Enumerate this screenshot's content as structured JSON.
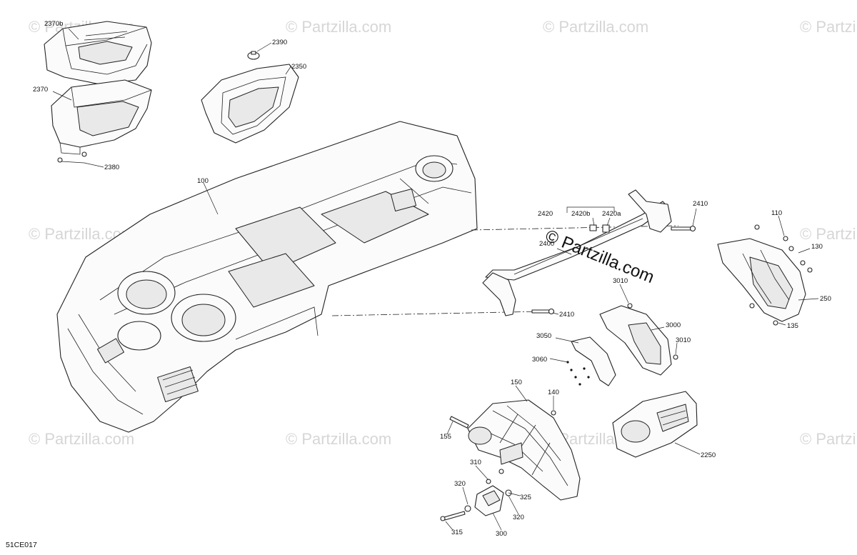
{
  "diagram_code": "51CE017",
  "watermark_text": "© Partzilla.com",
  "parts": [
    {
      "key": "p2370b",
      "label": "2370b"
    },
    {
      "key": "p2370",
      "label": "2370"
    },
    {
      "key": "p2380",
      "label": "2380"
    },
    {
      "key": "p2390",
      "label": "2390"
    },
    {
      "key": "p2350",
      "label": "2350"
    },
    {
      "key": "p100",
      "label": "100"
    },
    {
      "key": "p2420",
      "label": "2420"
    },
    {
      "key": "p2420b",
      "label": "2420b"
    },
    {
      "key": "p2420a",
      "label": "2420a"
    },
    {
      "key": "p2410a",
      "label": "2410"
    },
    {
      "key": "p2400",
      "label": "2400"
    },
    {
      "key": "p2410b",
      "label": "2410"
    },
    {
      "key": "p3010a",
      "label": "3010"
    },
    {
      "key": "p3000",
      "label": "3000"
    },
    {
      "key": "p3010b",
      "label": "3010"
    },
    {
      "key": "p3050",
      "label": "3050"
    },
    {
      "key": "p3060",
      "label": "3060"
    },
    {
      "key": "p110",
      "label": "110"
    },
    {
      "key": "p130",
      "label": "130"
    },
    {
      "key": "p250",
      "label": "250"
    },
    {
      "key": "p135",
      "label": "135"
    },
    {
      "key": "p150",
      "label": "150"
    },
    {
      "key": "p140",
      "label": "140"
    },
    {
      "key": "p155",
      "label": "155"
    },
    {
      "key": "p2250",
      "label": "2250"
    },
    {
      "key": "p310",
      "label": "310"
    },
    {
      "key": "p320a",
      "label": "320"
    },
    {
      "key": "p325",
      "label": "325"
    },
    {
      "key": "p320b",
      "label": "320"
    },
    {
      "key": "p315",
      "label": "315"
    },
    {
      "key": "p300",
      "label": "300"
    }
  ]
}
